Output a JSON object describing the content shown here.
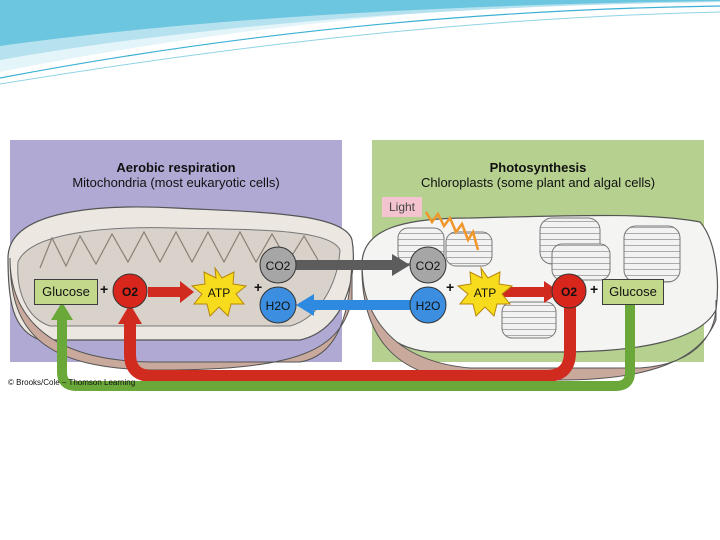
{
  "respiration": {
    "title": "Aerobic respiration",
    "subtitle": "Mitochondria (most eukaryotic cells)",
    "glucose": "Glucose",
    "o2": "O2",
    "atp": "ATP",
    "co2": "CO2",
    "h2o": "H2O"
  },
  "photosynthesis": {
    "title": "Photosynthesis",
    "subtitle": "Chloroplasts (some plant and algal cells)",
    "light": "Light",
    "co2": "CO2",
    "h2o": "H2O",
    "atp": "ATP",
    "o2": "O2",
    "glucose": "Glucose"
  },
  "plus_sign": "+",
  "credit": "© Brooks/Cole – Thomson Learning",
  "colors": {
    "respiration_bg": "#b0a9d4",
    "photosynthesis_bg": "#b5d08f",
    "glucose_box": "#c2d88a",
    "o2_circle": "#d9261c",
    "atp_burst": "#f6dc1c",
    "co2_circle": "#a6a6a6",
    "h2o_circle": "#3b8ee0",
    "red_arrow": "#d12a1f",
    "green_arrow": "#6aa83a",
    "gray_arrow": "#5c5c5c",
    "blue_arrow": "#2e8ae0"
  }
}
